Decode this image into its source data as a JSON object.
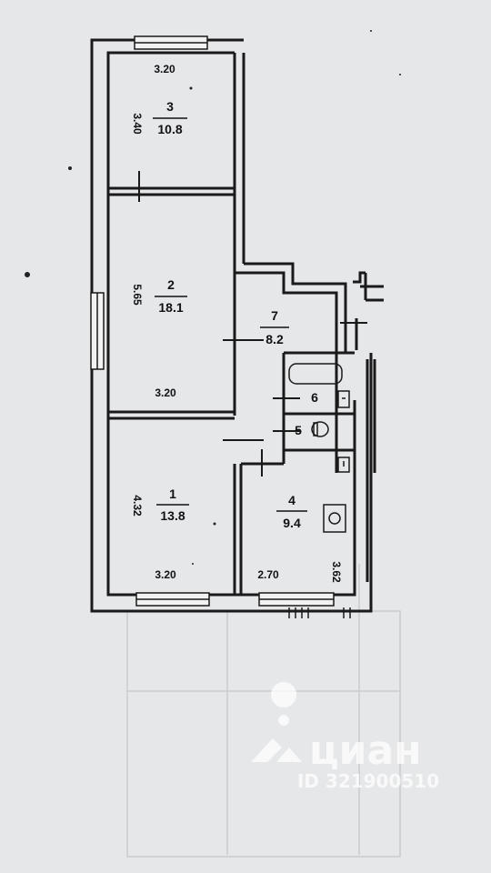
{
  "rooms": [
    {
      "number": "3",
      "area": "10.8"
    },
    {
      "number": "2",
      "area": "18.1"
    },
    {
      "number": "1",
      "area": "13.8"
    },
    {
      "number": "7",
      "area": "8.2"
    },
    {
      "number": "6"
    },
    {
      "number": "5"
    },
    {
      "number": "4",
      "area": "9.4"
    }
  ],
  "dimensions": {
    "room3_width": "3.20",
    "room3_length": "3.40",
    "room2_length": "5.65",
    "room2_width": "3.20",
    "room1_length": "4.32",
    "room1_width": "3.20",
    "room4_width": "2.70",
    "room4_length": "3.62"
  },
  "watermark": {
    "brand": "циан",
    "listing_id": "ID 321900510"
  },
  "colors": {
    "paper": "#e6e7e9",
    "ink": "#1a1a1a",
    "watermark": "#ffffff"
  }
}
